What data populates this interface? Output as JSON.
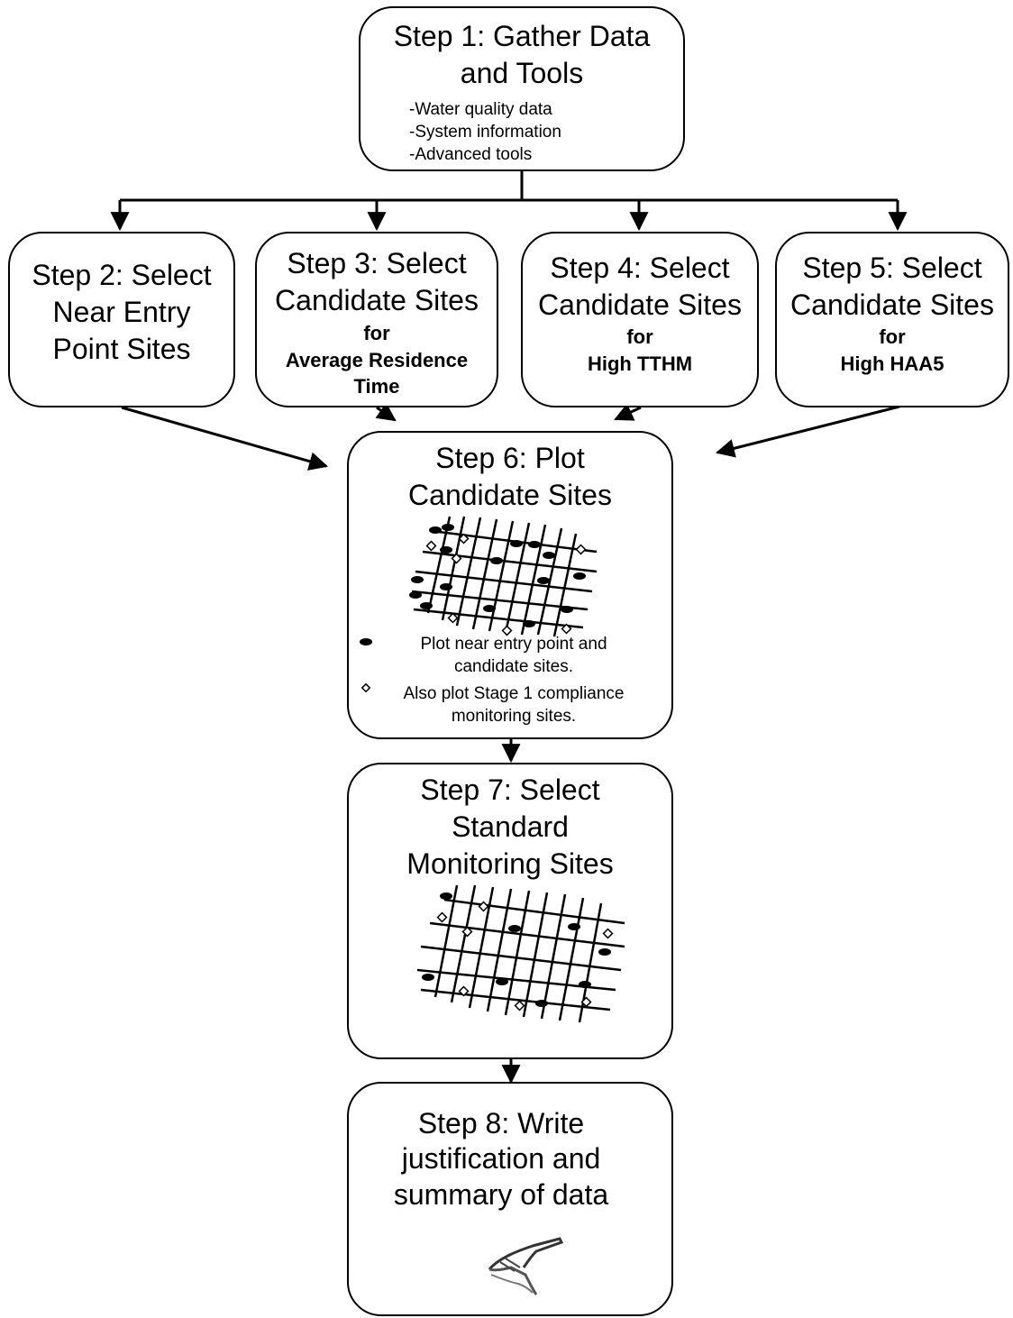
{
  "step1": {
    "title_line1": "Step 1: Gather Data",
    "title_line2": "and Tools",
    "items": [
      "-Water quality data",
      "-System information",
      "-Advanced tools"
    ]
  },
  "step2": {
    "line1": "Step 2: Select",
    "line2": "Near Entry",
    "line3": "Point Sites"
  },
  "step3": {
    "line1": "Step 3: Select",
    "line2": "Candidate Sites",
    "sub1": "for",
    "sub2": "Average Residence",
    "sub3": "Time"
  },
  "step4": {
    "line1": "Step 4: Select",
    "line2": "Candidate Sites",
    "sub1": "for",
    "sub2": "High TTHM"
  },
  "step5": {
    "line1": "Step 5: Select",
    "line2": "Candidate Sites",
    "sub1": "for",
    "sub2": "High HAA5"
  },
  "step6": {
    "line1": "Step 6: Plot",
    "line2": "Candidate Sites",
    "legend_filled_1": "Plot near entry point and",
    "legend_filled_2": "candidate sites.",
    "legend_open_1": "Also plot Stage 1 compliance",
    "legend_open_2": "monitoring sites."
  },
  "step7": {
    "line1": "Step 7: Select",
    "line2": "Standard",
    "line3": "Monitoring Sites"
  },
  "step8": {
    "line1": "Step 8: Write",
    "line2": "justification and",
    "line3": "summary of data"
  },
  "icons": {
    "write": "hand-writing-icon",
    "filled_marker": "filled-oval-icon",
    "open_marker": "open-diamond-icon"
  },
  "colors": {
    "stroke": "#000000",
    "background": "#ffffff"
  }
}
